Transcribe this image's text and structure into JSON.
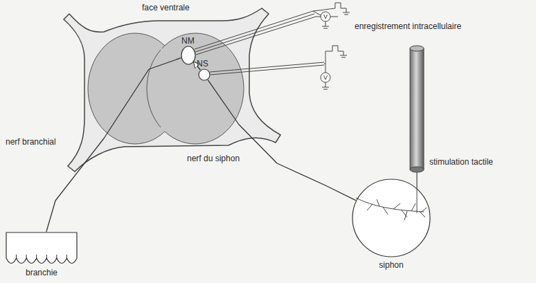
{
  "diagram": {
    "nodes": [
      {
        "text": [
          "NM"
        ]
      },
      {
        "text": [
          "NS"
        ]
      },
      {
        "text": [
          "siphon"
        ]
      },
      {
        "text": [
          "branchie"
        ]
      }
    ],
    "edges": [
      {
        "from": 2,
        "to": 1,
        "arrow": "none"
      },
      {
        "from": 1,
        "to": 0,
        "arrow": "to"
      },
      {
        "from": 0,
        "to": 3,
        "arrow": "none"
      }
    ],
    "labels": [
      "face ventrale",
      "enregistrement intracellulaire",
      "V",
      "V",
      "nerf branchial",
      "nerf du siphon",
      "stimulation tactile"
    ]
  }
}
